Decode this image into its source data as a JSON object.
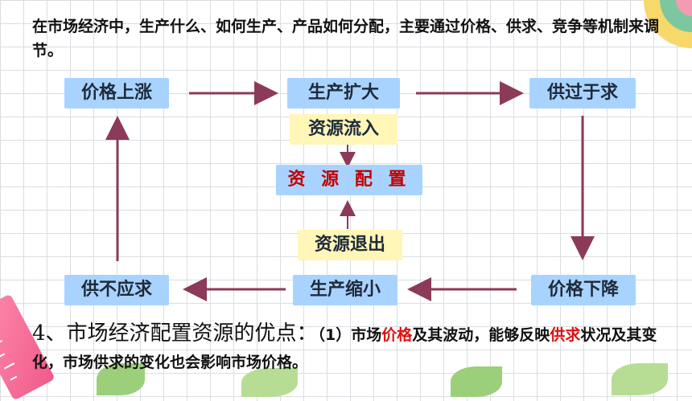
{
  "intro_text": "在市场经济中，生产什么、如何生产、产品如何分配，主要通过价格、供求、竞争等机制来调节。",
  "nodes": {
    "price_up": "价格上涨",
    "production_expand": "生产扩大",
    "supply_exceeds": "供过于求",
    "resources_in": "资源流入",
    "resource_allocation": "资 源 配 置",
    "resources_out": "资源退出",
    "supply_short": "供不应求",
    "production_shrink": "生产缩小",
    "price_down": "价格下降"
  },
  "bottom": {
    "heading": "4、市场经济配置资源的优点：",
    "part1": "（1）市场",
    "hl1": "价格",
    "part2": "及其波动，能够反映",
    "hl2": "供求",
    "part3": "状况及其变化，市场供求的变化也会影响市场价格。"
  },
  "colors": {
    "node_blue": "#a9d3ff",
    "node_yellow": "#fff6b8",
    "arrow": "#8b3a5a",
    "highlight_red": "#e01010",
    "allocation_red": "#c00000"
  }
}
